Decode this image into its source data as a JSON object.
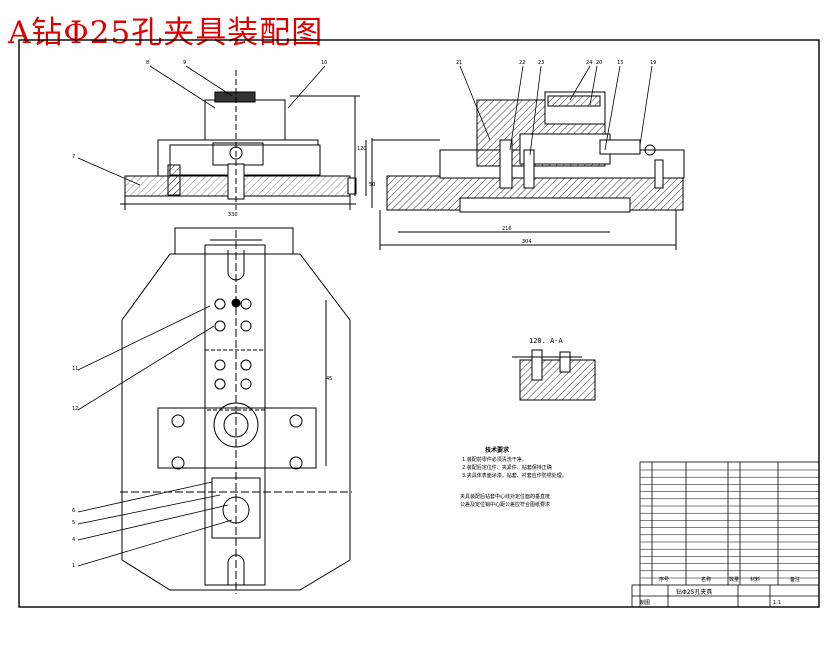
{
  "title": "A钻Φ25孔夹具装配图",
  "section_label": "120. A-A",
  "notes_heading": "技术要求",
  "notes_lines": [
    "1.装配前零件必须清洗干净，",
    "2.装配后定位件、夹紧件、钻套保持正确",
    "3.夹具体表面涂漆，钻套、衬套应作防锈处理。"
  ],
  "side_note_lines": [
    "夹具装配后钻套中心线对定位面的垂直度",
    "公差及定位销中心距公差应符合图纸要求"
  ],
  "title_block": {
    "part_name": "钻Φ25孔夹具",
    "col_seq": "序号",
    "col_name": "名称",
    "col_qty": "数量",
    "col_material": "材料",
    "col_note": "备注",
    "scale": "1:1",
    "designer": "制图"
  },
  "callouts_left": [
    "8",
    "9",
    "10",
    "7",
    "11",
    "12",
    "6",
    "5",
    "4",
    "1"
  ],
  "callouts_top": [
    "21",
    "22",
    "23",
    "24",
    "20",
    "13",
    "19"
  ],
  "dimension_texts": [
    "330",
    "120",
    "216",
    "304",
    "50",
    "45"
  ]
}
